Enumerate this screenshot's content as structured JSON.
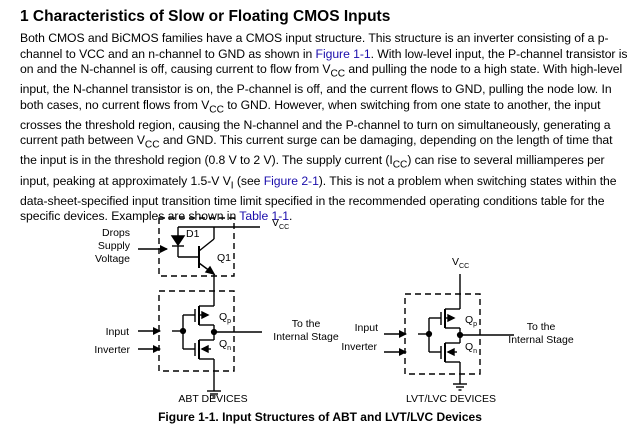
{
  "section": {
    "title": "1 Characteristics of Slow or Floating CMOS Inputs"
  },
  "paragraph": {
    "t1": "Both CMOS and BiCMOS families have a CMOS input structure. This structure is an inverter consisting of a p-channel to VCC and an n-channel to GND as shown in ",
    "link1": "Figure 1-1",
    "t2": ". With low-level input, the P-channel transistor is on and the N-channel is off, causing current to flow from V",
    "sub1": "CC",
    "t3": " and pulling the node to a high state. With high-level input, the N-channel transistor is on, the P-channel is off, and the current flows to GND, pulling the node low. In both cases, no current flows from V",
    "sub2": "CC",
    "t4": " to GND. However, when switching from one state to another, the input crosses the threshold region, causing the N-channel and the P-channel to turn on simultaneously, generating a current path between V",
    "sub3": "CC",
    "t5": " and GND. This current surge can be damaging, depending on the length of time that the input is in the threshold region (0.8 V to 2 V). The supply current (I",
    "sub4": "CC",
    "t6": ") can rise to several milliamperes per input, peaking at approximately 1.5-V V",
    "sub5": "I",
    "t7": " (see ",
    "link2": "Figure 2-1",
    "t8": "). This is not a problem when switching states within the data-sheet-specified input transition time limit specified in the recommended operating conditions table for the specific devices. Examples are shown in ",
    "link3": "Table 1-1",
    "t9": "."
  },
  "figure": {
    "abt": {
      "drops_line1": "Drops",
      "drops_line2": "Supply",
      "drops_line3": "Voltage",
      "vcc_main": "V",
      "vcc_sub": "CC",
      "d1": "D1",
      "q1": "Q1",
      "qp_main": "Q",
      "qp_sub": "p",
      "qn_main": "Q",
      "qn_sub": "n",
      "input_line1": "Input",
      "input_line2": "Inverter",
      "output_line1": "To the",
      "output_line2": "Internal Stage",
      "label": "ABT DEVICES"
    },
    "lvt": {
      "vcc_main": "V",
      "vcc_sub": "CC",
      "qp_main": "Q",
      "qp_sub": "p",
      "qn_main": "Q",
      "qn_sub": "n",
      "input_line1": "Input",
      "input_line2": "Inverter",
      "output_line1": "To the",
      "output_line2": "Internal Stage",
      "label": "LVT/LVC DEVICES"
    },
    "caption": "Figure 1-1. Input Structures of ABT and LVT/LVC Devices"
  }
}
